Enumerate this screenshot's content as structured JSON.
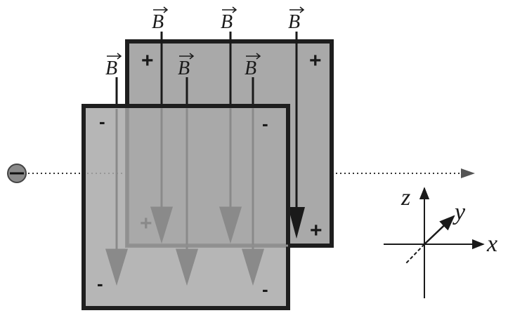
{
  "diagram": {
    "field_label": "B",
    "particle_symbol": "−",
    "back_plate": {
      "signs": [
        "+",
        "+",
        "+",
        "+"
      ]
    },
    "front_plate": {
      "signs": [
        "-",
        "-",
        "-",
        "-"
      ]
    },
    "axes": {
      "x": "x",
      "y": "y",
      "z": "z"
    },
    "colors": {
      "plate_fill": "#a9a9a9",
      "plate_border": "#1e1e1e",
      "arrow_dark": "#1a1a1a",
      "arrow_faded": "#8a8a8a",
      "background": "#ffffff"
    }
  }
}
